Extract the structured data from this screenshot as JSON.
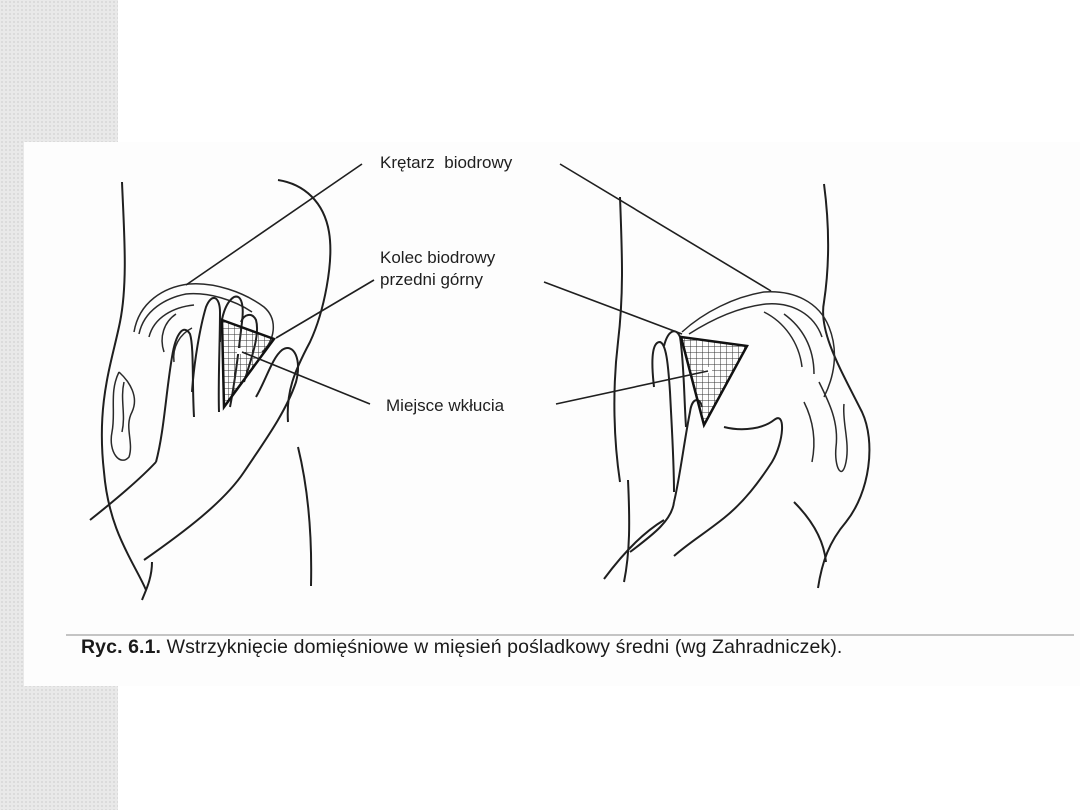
{
  "figure": {
    "labels": {
      "trochanter": "Krętarz  biodrowy",
      "spine_line1": "Kolec biodrowy",
      "spine_line2": "przedni górny",
      "injection_site": "Miejsce wkłucia"
    },
    "caption": {
      "prefix": "Ryc. 6.1.",
      "text": " Wstrzyknięcie domięśniowe w mięsień pośladkowy średni (wg Zahradniczek)."
    }
  },
  "colors": {
    "ink": "#1f1f1f",
    "grid": "#333333",
    "side_strip": "#e9e9e9"
  },
  "icons": [
    "hand-illustration-left",
    "hand-illustration-right"
  ]
}
